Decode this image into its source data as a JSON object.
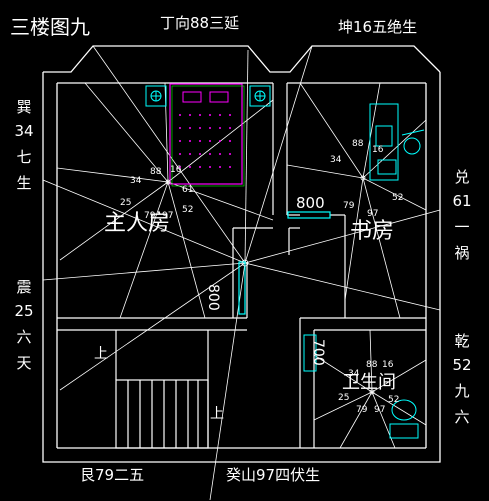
{
  "title": "三楼图九",
  "directions": {
    "top": "丁向88三延",
    "top_right": "坤16五绝生",
    "left_top": [
      "巽",
      "34",
      "七",
      "生"
    ],
    "left_mid": [
      "震",
      "25",
      "六",
      "天"
    ],
    "right_top": [
      "兑",
      "61",
      "一",
      "祸"
    ],
    "right_mid": [
      "乾",
      "52",
      "九",
      "六"
    ],
    "bottom_left": "艮79二五",
    "bottom_mid": "癸山97四伏生"
  },
  "rooms": {
    "master_bedroom": "主人房",
    "study": "书房",
    "bathroom": "卫生间"
  },
  "stair_labels": [
    "上",
    "上"
  ],
  "dimensions": {
    "h_door": "800",
    "v_door": "800",
    "bath_door": "700"
  },
  "sector_numbers": {
    "main": [
      "34",
      "88",
      "16",
      "61",
      "52",
      "97",
      "79",
      "25"
    ],
    "study": [
      "88",
      "16",
      "34",
      "52",
      "79",
      "97"
    ],
    "bath": [
      "34",
      "88",
      "16",
      "52",
      "79",
      "97",
      "25"
    ]
  },
  "colors": {
    "wall": "#ffffff",
    "bed": "#ff00ff",
    "fixture": "#00ffff",
    "green": "#00ff00",
    "text": "#ffffff"
  }
}
